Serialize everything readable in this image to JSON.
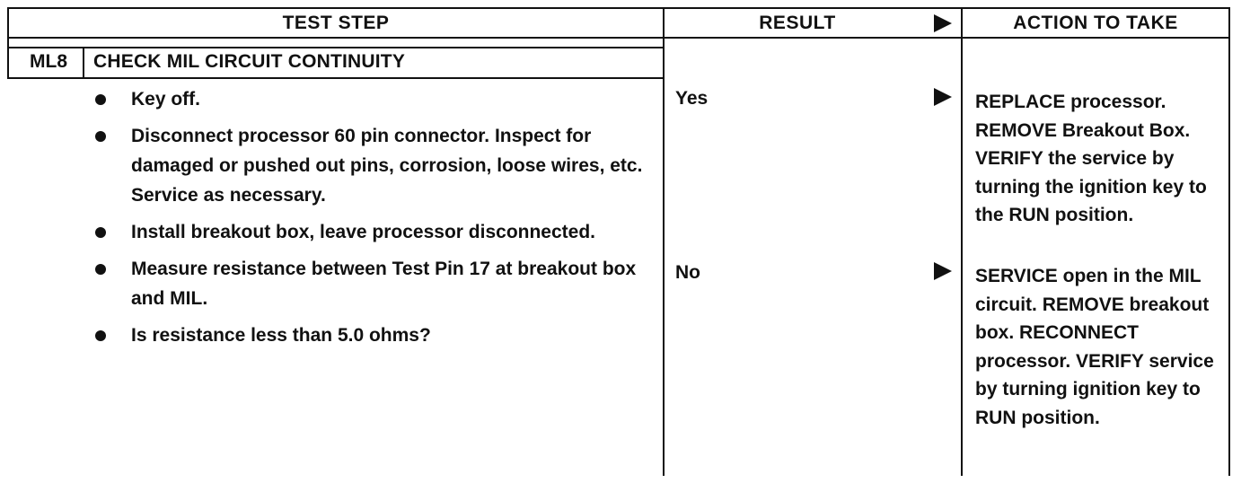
{
  "header": {
    "test_step": "TEST STEP",
    "result": "RESULT",
    "action_to_take": "ACTION TO TAKE"
  },
  "step": {
    "id": "ML8",
    "title": "CHECK MIL CIRCUIT CONTINUITY",
    "bullets": [
      "Key off.",
      "Disconnect processor 60 pin connector. Inspect for damaged or pushed out pins, corrosion, loose wires, etc. Service as necessary.",
      "Install breakout box, leave processor disconnected.",
      "Measure resistance between Test Pin 17 at breakout box and MIL.",
      "Is resistance less than 5.0 ohms?"
    ]
  },
  "results": [
    {
      "label": "Yes",
      "action": "REPLACE processor. REMOVE Breakout Box. VERIFY the service by turning the ignition key to the RUN position."
    },
    {
      "label": "No",
      "action": "SERVICE open in the MIL circuit. REMOVE breakout box. RECONNECT processor. VERIFY service by turning ignition key to RUN position."
    }
  ],
  "icons": {
    "arrow": "arrow-right-icon",
    "bullet": "bullet-dot-icon"
  }
}
